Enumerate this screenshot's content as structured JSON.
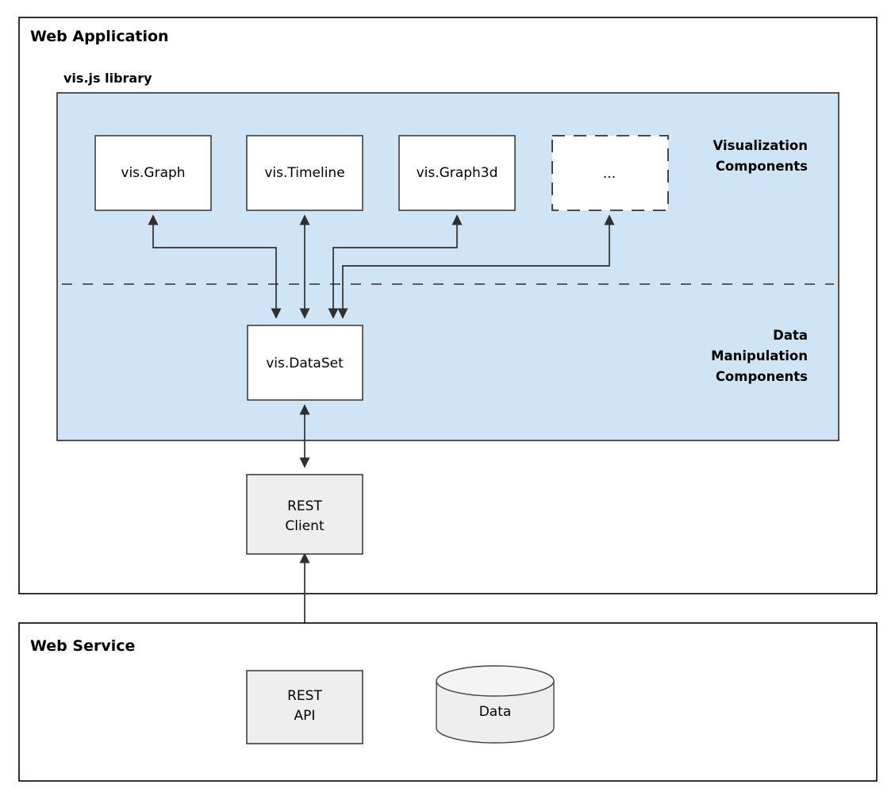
{
  "panels": {
    "web_application": {
      "title": "Web Application"
    },
    "web_service": {
      "title": "Web Service"
    }
  },
  "library": {
    "title": "vis.js library",
    "fill_color": "#cfe4f4",
    "group_labels": {
      "visualization": "Visualization\nComponents",
      "visualization_line1": "Visualization",
      "visualization_line2": "Components",
      "data_manipulation_line1": "Data",
      "data_manipulation_line2": "Manipulation",
      "data_manipulation_line3": "Components"
    }
  },
  "components": {
    "visualization": [
      {
        "id": "vis-graph",
        "label": "vis.Graph",
        "style": "solid"
      },
      {
        "id": "vis-timeline",
        "label": "vis.Timeline",
        "style": "solid"
      },
      {
        "id": "vis-graph3d",
        "label": "vis.Graph3d",
        "style": "solid"
      },
      {
        "id": "vis-more",
        "label": "...",
        "style": "dashed"
      }
    ],
    "data_manipulation": [
      {
        "id": "vis-dataset",
        "label": "vis.DataSet",
        "style": "solid"
      }
    ],
    "client": [
      {
        "id": "rest-client",
        "label_line1": "REST",
        "label_line2": "Client"
      }
    ],
    "service": [
      {
        "id": "rest-api",
        "label_line1": "REST",
        "label_line2": "API"
      },
      {
        "id": "data-store",
        "label": "Data",
        "shape": "cylinder"
      }
    ]
  },
  "connections": [
    {
      "from": "vis-dataset",
      "to": "vis-graph",
      "type": "bidirectional"
    },
    {
      "from": "vis-dataset",
      "to": "vis-timeline",
      "type": "bidirectional"
    },
    {
      "from": "vis-dataset",
      "to": "vis-graph3d",
      "type": "bidirectional"
    },
    {
      "from": "vis-dataset",
      "to": "vis-more",
      "type": "bidirectional"
    },
    {
      "from": "rest-client",
      "to": "vis-dataset",
      "type": "bidirectional"
    },
    {
      "from": "rest-api",
      "to": "rest-client",
      "type": "bidirectional"
    },
    {
      "from": "rest-api",
      "to": "data-store",
      "type": "bidirectional"
    }
  ],
  "colors": {
    "library_panel": "#cfe4f4",
    "gray_box": "#eeeeee",
    "border": "#333333",
    "text": "#000000"
  }
}
